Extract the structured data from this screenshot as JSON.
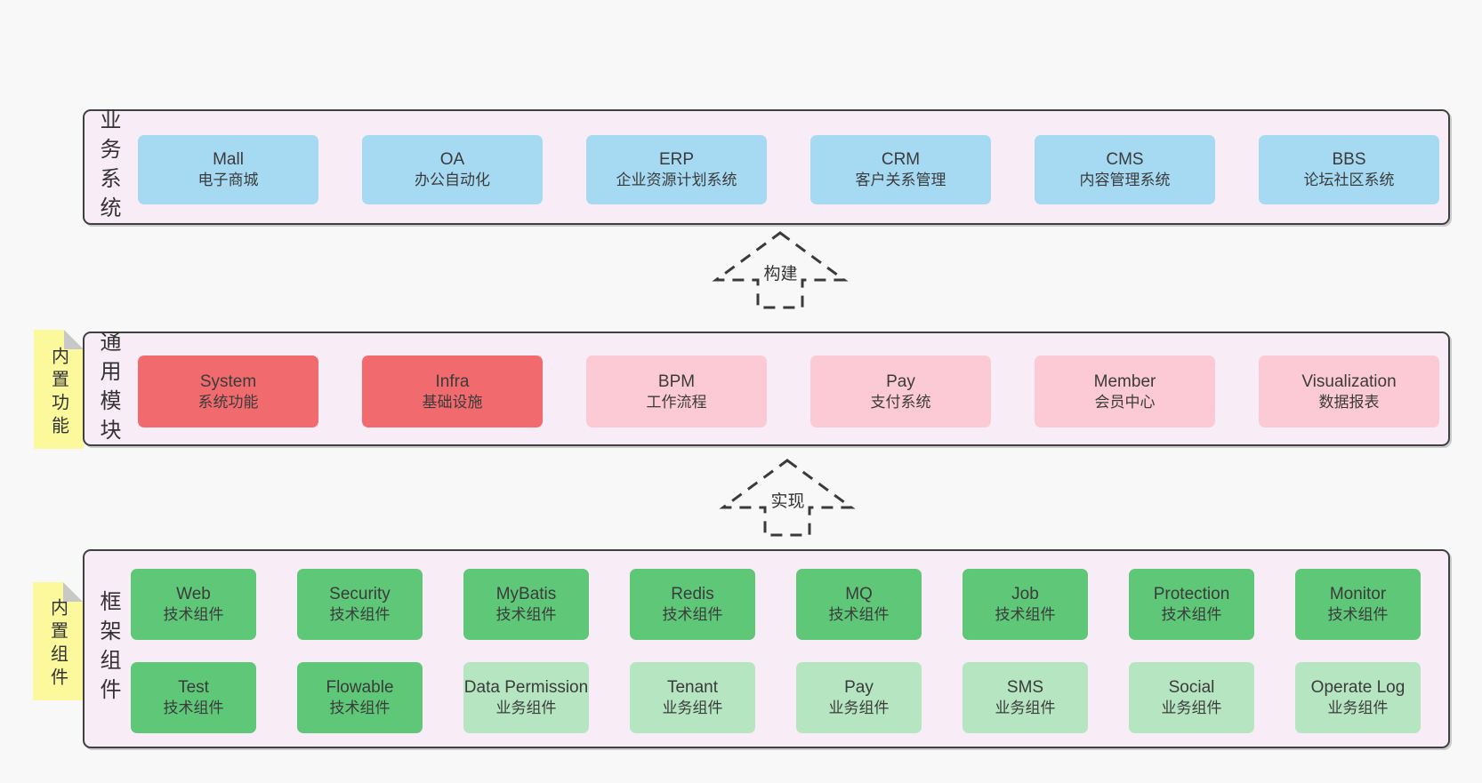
{
  "palette": {
    "page_bg": "#f8f8f8",
    "panel_bg": "#f8edf6",
    "panel_border": "#404040",
    "business_box_blue": "#a6d9f2",
    "module_box_red": "#f16b6e",
    "module_box_pink": "#fbcad4",
    "tech_box_green": "#5fc778",
    "biz_box_light_green": "#b6e5c1",
    "note_yellow": "#fbf99c",
    "note_fold_gray": "#c8c8c8",
    "text": "#3b3b3b"
  },
  "sections": {
    "business": {
      "label": "业务系统",
      "boxes": [
        {
          "name": "Mall",
          "subtitle": "电子商城"
        },
        {
          "name": "OA",
          "subtitle": "办公自动化"
        },
        {
          "name": "ERP",
          "subtitle": "企业资源计划系统"
        },
        {
          "name": "CRM",
          "subtitle": "客户关系管理"
        },
        {
          "name": "CMS",
          "subtitle": "内容管理系统"
        },
        {
          "name": "BBS",
          "subtitle": "论坛社区系统"
        }
      ]
    },
    "modules": {
      "label": "通用模块",
      "note": "内置功能",
      "boxes": [
        {
          "name": "System",
          "subtitle": "系统功能"
        },
        {
          "name": "Infra",
          "subtitle": "基础设施"
        },
        {
          "name": "BPM",
          "subtitle": "工作流程"
        },
        {
          "name": "Pay",
          "subtitle": "支付系统"
        },
        {
          "name": "Member",
          "subtitle": "会员中心"
        },
        {
          "name": "Visualization",
          "subtitle": "数据报表"
        }
      ]
    },
    "framework": {
      "label": "框架组件",
      "note": "内置组件",
      "rows": [
        [
          {
            "name": "Web",
            "subtitle": "技术组件"
          },
          {
            "name": "Security",
            "subtitle": "技术组件"
          },
          {
            "name": "MyBatis",
            "subtitle": "技术组件"
          },
          {
            "name": "Redis",
            "subtitle": "技术组件"
          },
          {
            "name": "MQ",
            "subtitle": "技术组件"
          },
          {
            "name": "Job",
            "subtitle": "技术组件"
          },
          {
            "name": "Protection",
            "subtitle": "技术组件"
          },
          {
            "name": "Monitor",
            "subtitle": "技术组件"
          }
        ],
        [
          {
            "name": "Test",
            "subtitle": "技术组件"
          },
          {
            "name": "Flowable",
            "subtitle": "技术组件"
          },
          {
            "name": "Data Permission",
            "subtitle": "业务组件"
          },
          {
            "name": "Tenant",
            "subtitle": "业务组件"
          },
          {
            "name": "Pay",
            "subtitle": "业务组件"
          },
          {
            "name": "SMS",
            "subtitle": "业务组件"
          },
          {
            "name": "Social",
            "subtitle": "业务组件"
          },
          {
            "name": "Operate Log",
            "subtitle": "业务组件"
          }
        ]
      ]
    }
  },
  "arrows": {
    "build": "构建",
    "implement": "实现"
  }
}
